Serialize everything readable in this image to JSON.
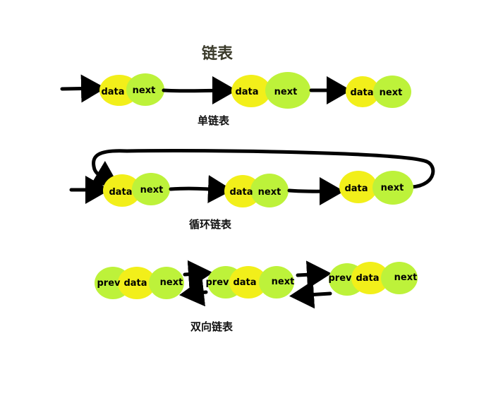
{
  "title": "链表",
  "labels": {
    "data": "data",
    "next": "next",
    "prev": "prev"
  },
  "captions": {
    "singly": "单链表",
    "circular": "循环链表",
    "doubly": "双向链表"
  },
  "colors": {
    "data_fill": "#f2ef1a",
    "next_fill": "#bdf23a",
    "arrow": "#000000"
  }
}
